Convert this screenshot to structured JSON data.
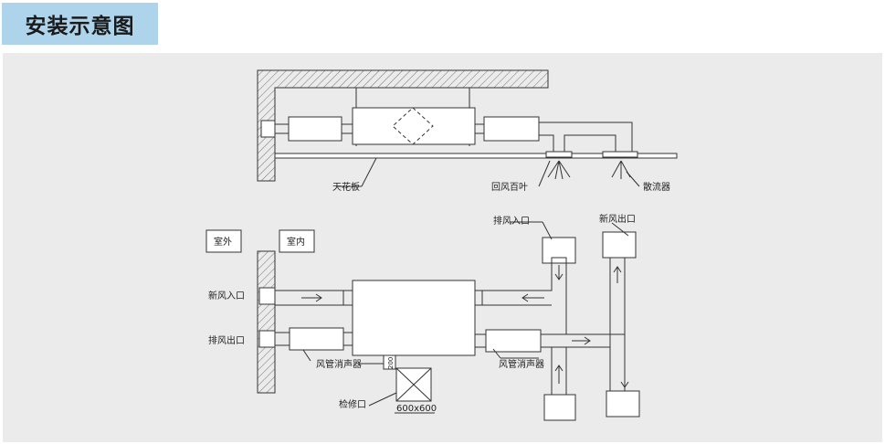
{
  "header": {
    "title": "安装示意图"
  },
  "labels": {
    "ceiling": "天花板",
    "return_grille": "回风百叶",
    "diffuser": "散流器",
    "outdoor": "室外",
    "indoor": "室内",
    "fresh_air_inlet": "新风入口",
    "exhaust_outlet": "排风出口",
    "duct_silencer_left": "风管消声器",
    "duct_silencer_right": "风管消声器",
    "exhaust_inlet": "排风入口",
    "fresh_air_outlet": "新风出口",
    "access_port": "检修口",
    "access_dim": "600x600",
    "dim_200": "200"
  },
  "colors": {
    "title_bg": "#aed4ec",
    "panel_bg": "#ebebeb",
    "line": "#333333"
  }
}
